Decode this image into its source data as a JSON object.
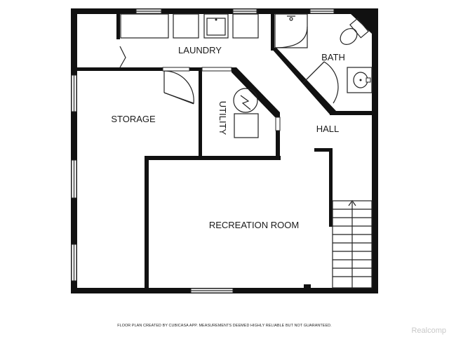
{
  "plan": {
    "rooms": {
      "laundry": "LAUNDRY",
      "bath": "BATH",
      "storage": "STORAGE",
      "utility": "UTILITY",
      "hall": "HALL",
      "recreation": "RECREATION ROOM"
    },
    "footer": "FLOOR PLAN CREATED BY CUBICASA APP. MEASUREMENTS DEEMED HIGHLY RELIABLE BUT NOT GUARANTEED.",
    "watermark": "Realcomp"
  }
}
